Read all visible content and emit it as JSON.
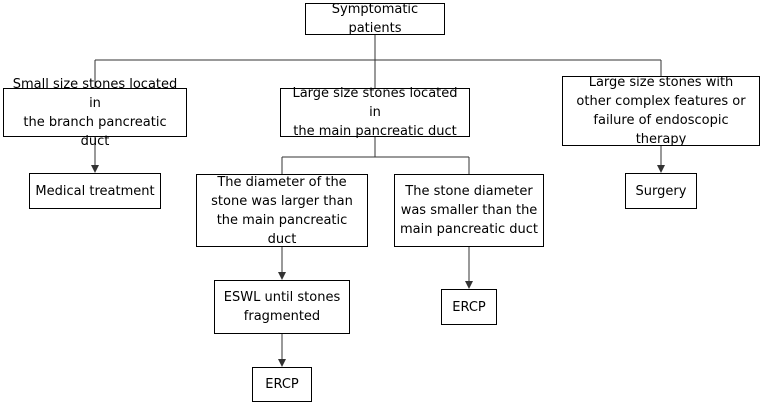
{
  "nodes": {
    "root": {
      "text": "Symptomatic patients"
    },
    "small": {
      "lines": [
        "Small size stones located in",
        "the branch pancreatic duct"
      ]
    },
    "large": {
      "lines": [
        "Large size stones located in",
        "the main pancreatic duct"
      ]
    },
    "complex": {
      "lines": [
        "Large size stones with",
        "other complex features or",
        "failure of endoscopic therapy"
      ]
    },
    "medical": {
      "text": "Medical treatment"
    },
    "larger": {
      "lines": [
        "The diameter of the",
        "stone was larger than",
        "the main pancreatic duct"
      ]
    },
    "smaller": {
      "lines": [
        "The stone diameter",
        "was smaller than the",
        "main pancreatic duct"
      ]
    },
    "surgery": {
      "text": "Surgery"
    },
    "eswl": {
      "lines": [
        "ESWL until stones",
        "fragmented"
      ]
    },
    "ercp_right": {
      "text": "ERCP"
    },
    "ercp_bottom": {
      "text": "ERCP"
    }
  },
  "colors": {
    "line": "#333333",
    "border": "#000000",
    "text": "#000000"
  }
}
